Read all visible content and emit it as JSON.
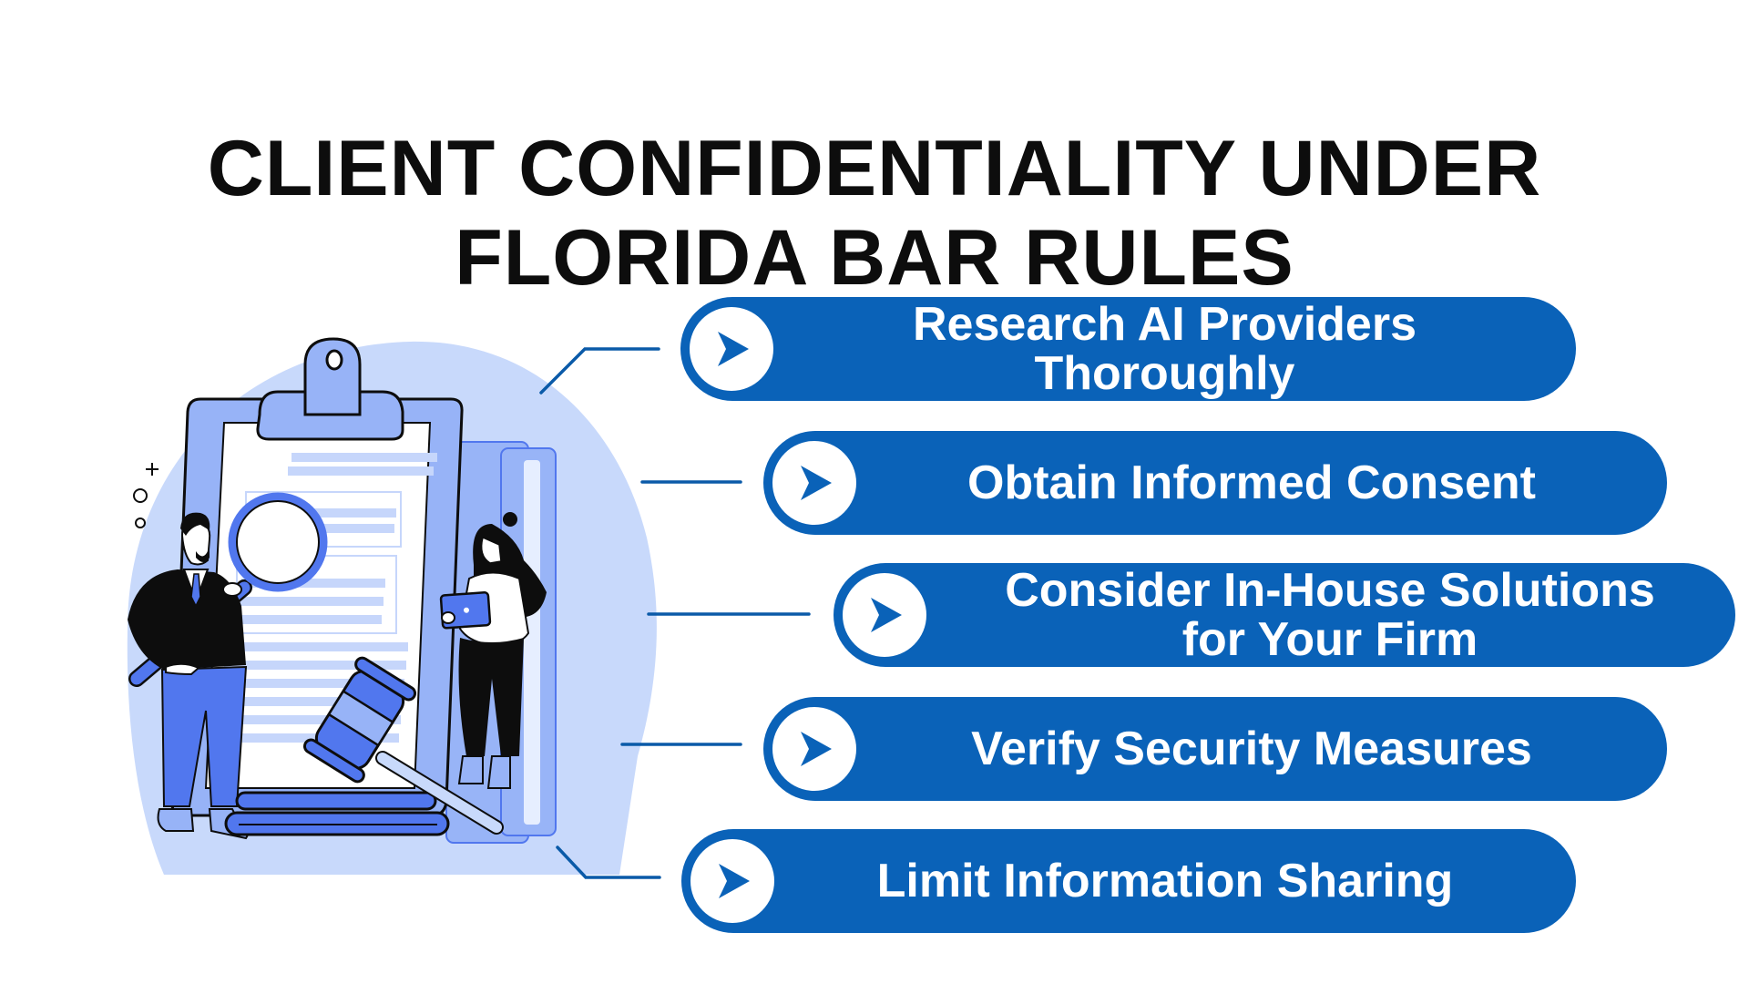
{
  "title": {
    "line1": "CLIENT CONFIDENTIALITY UNDER",
    "line2": "FLORIDA BAR RULES"
  },
  "colors": {
    "pill": "#0a62b8",
    "connector": "#0a5aa8",
    "bg_blob": "#c8d9fb",
    "clipboard": "#97b3f7",
    "accent_blue": "#5177ee",
    "doc_line": "#c6d6fb",
    "outline": "#0d0d0d"
  },
  "illustration": {
    "icon": "legal-document-review-illustration"
  },
  "items": [
    {
      "lines": [
        "Research AI Providers",
        "Thoroughly"
      ],
      "icon": "play-arrow-icon"
    },
    {
      "lines": [
        "Obtain Informed Consent"
      ],
      "icon": "play-arrow-icon"
    },
    {
      "lines": [
        "Consider In-House Solutions",
        "for Your Firm"
      ],
      "icon": "play-arrow-icon"
    },
    {
      "lines": [
        "Verify Security Measures"
      ],
      "icon": "play-arrow-icon"
    },
    {
      "lines": [
        "Limit Information Sharing"
      ],
      "icon": "play-arrow-icon"
    }
  ]
}
